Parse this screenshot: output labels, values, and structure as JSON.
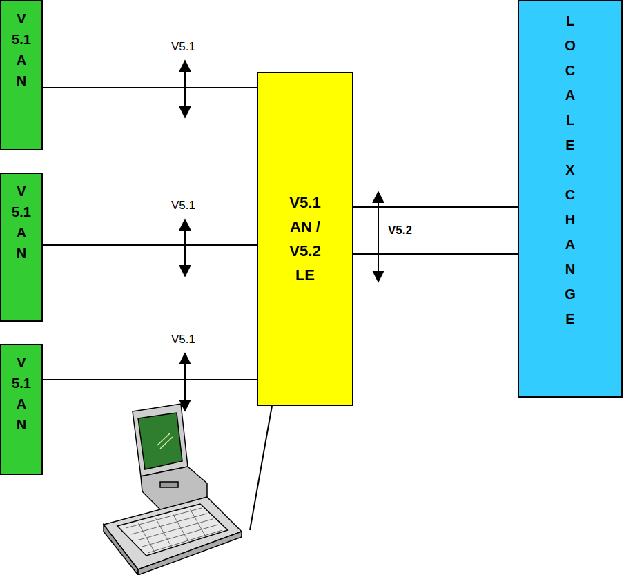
{
  "diagram": {
    "nodes": [
      {
        "text": [
          "V 5.1 A N"
        ]
      },
      {
        "text": [
          "V 5.1 A N"
        ]
      },
      {
        "text": [
          "V 5.1 A N"
        ]
      },
      {
        "text": [
          "V5.1 AN / V5.2 LE"
        ]
      },
      {
        "text": [
          "L O C A L E X C H A N G E"
        ]
      }
    ],
    "edges": [
      {
        "from": 0,
        "to": 3,
        "label": "V5.1",
        "arrow": "none"
      },
      {
        "from": 1,
        "to": 3,
        "label": "V5.1",
        "arrow": "none"
      },
      {
        "from": 2,
        "to": 3,
        "label": "V5.1",
        "arrow": "none"
      },
      {
        "from": 3,
        "to": 4,
        "label": "V5.2",
        "arrow": "none"
      }
    ]
  }
}
